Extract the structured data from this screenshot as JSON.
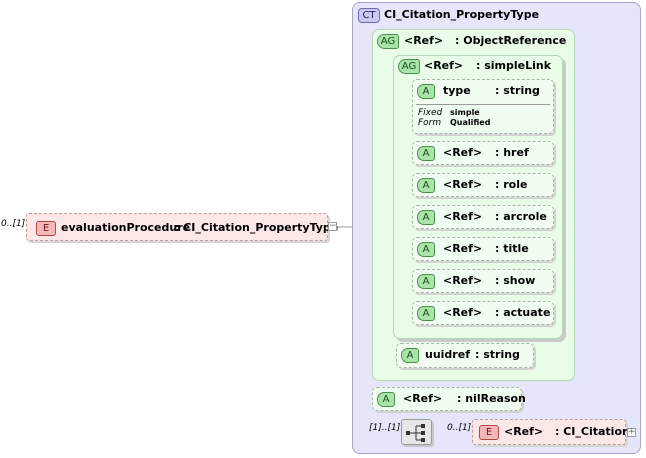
{
  "root_element": {
    "occurrence": "0..[1]",
    "badge": "E",
    "name": "evaluationProcedure",
    "type": ": CI_Citation_PropertyType"
  },
  "complex_type": {
    "badge": "CT",
    "name": "CI_Citation_PropertyType"
  },
  "attr_group_outer": {
    "badge": "AG",
    "ref": "<Ref>",
    "type": ": ObjectReference"
  },
  "attr_group_inner": {
    "badge": "AG",
    "ref": "<Ref>",
    "type": ": simpleLink"
  },
  "type_attr": {
    "badge": "A",
    "name": "type",
    "type": ": string",
    "fixed_label": "Fixed",
    "fixed_value": "simple",
    "form_label": "Form",
    "form_value": "Qualified"
  },
  "ref_attrs": [
    {
      "badge": "A",
      "ref": "<Ref>",
      "type": ": href"
    },
    {
      "badge": "A",
      "ref": "<Ref>",
      "type": ": role"
    },
    {
      "badge": "A",
      "ref": "<Ref>",
      "type": ": arcrole"
    },
    {
      "badge": "A",
      "ref": "<Ref>",
      "type": ": title"
    },
    {
      "badge": "A",
      "ref": "<Ref>",
      "type": ": show"
    },
    {
      "badge": "A",
      "ref": "<Ref>",
      "type": ": actuate"
    }
  ],
  "uuidref": {
    "badge": "A",
    "name": "uuidref",
    "type": ": string"
  },
  "nilreason": {
    "badge": "A",
    "ref": "<Ref>",
    "type": ": nilReason"
  },
  "sequence": {
    "occurrence": "[1]..[1]",
    "icon": "sequence-icon"
  },
  "child_element": {
    "occurrence": "0..[1]",
    "badge": "E",
    "ref": "<Ref>",
    "type": ": CI_Citation"
  },
  "colors": {
    "complex_type_bg": "#e6e6fb",
    "attribute_group_bg": "#e8fce8",
    "element_bg": "#fde8e8"
  }
}
